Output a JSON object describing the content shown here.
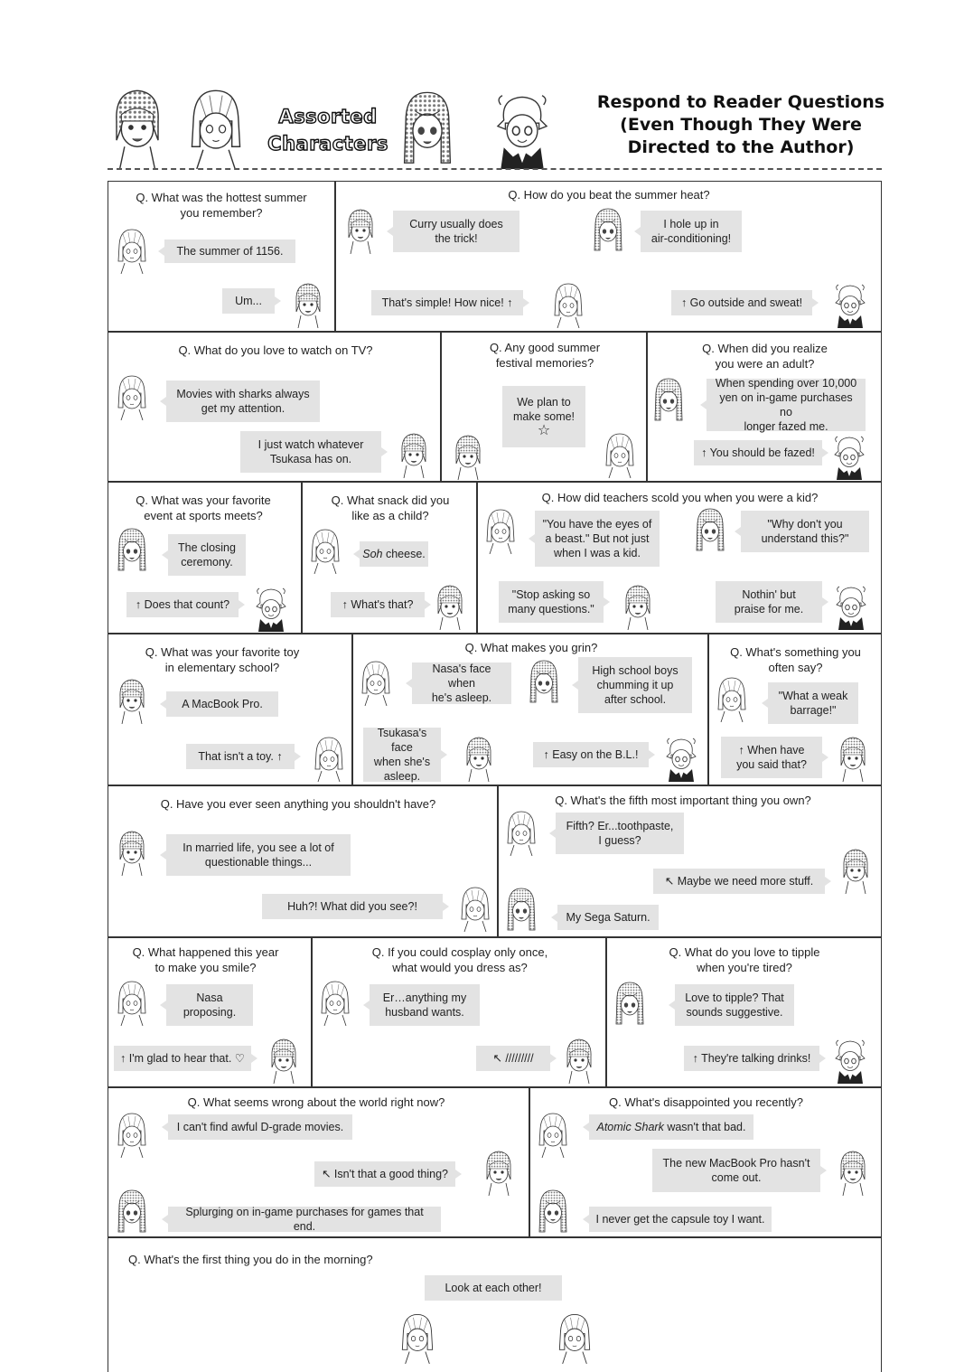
{
  "header": {
    "left_title_line1": "Assorted",
    "left_title_line2": "Characters",
    "right_title_line1": "Respond to Reader Questions",
    "right_title_line2": "(Even Though They Were",
    "right_title_line3": "Directed to the Author)"
  },
  "panels": [
    {
      "q1": "Q. What was the hottest summer",
      "q2": "you remember?",
      "b1": "The summer of 1156.",
      "b2": "Um..."
    },
    {
      "q1": "Q. How do you beat the summer heat?",
      "b1a": "Curry usually does",
      "b1b": "the trick!",
      "b2a": "I hole up in",
      "b2b": "air-conditioning!",
      "b3": "That's simple! How nice! ↑",
      "b4": "↑ Go outside and sweat!"
    },
    {
      "q1": "Q. What do you love to watch on TV?",
      "b1a": "Movies with sharks always",
      "b1b": "get my attention.",
      "b2a": "I just watch whatever",
      "b2b": "Tsukasa has on."
    },
    {
      "q1": "Q. Any good summer",
      "q2": "festival memories?",
      "b1a": "We plan to",
      "b1b": "make some!",
      "b1c": "☆"
    },
    {
      "q1": "Q. When did you realize",
      "q2": "you were an adult?",
      "b1a": "When spending over 10,000",
      "b1b": "yen on in-game purchases no",
      "b1c": "longer fazed me.",
      "b2": "↑ You should be fazed!"
    },
    {
      "q1": "Q. What was your favorite",
      "q2": "event at sports meets?",
      "b1a": "The closing",
      "b1b": "ceremony.",
      "b2": "↑ Does that count?"
    },
    {
      "q1": "Q. What snack did you",
      "q2": "like as a child?",
      "b1a": "Soh",
      "b1b": " cheese.",
      "b2": "↑ What's that?"
    },
    {
      "q1": "Q. How did teachers scold you when you were a kid?",
      "b1a": "\"You have the eyes of",
      "b1b": "a beast.\" But not just",
      "b1c": "when I was a kid.",
      "b2a": "\"Why don't you",
      "b2b": "understand this?\"",
      "b3a": "\"Stop asking so",
      "b3b": "many questions.\"",
      "b4a": "Nothin' but",
      "b4b": "praise for me."
    },
    {
      "q1": "Q. What was your favorite toy",
      "q2": "in elementary school?",
      "b1": "A MacBook Pro.",
      "b2": "That isn't a toy. ↑"
    },
    {
      "q1": "Q. What makes you grin?",
      "b1a": "Nasa's face when",
      "b1b": "he's asleep.",
      "b2a": "High school boys",
      "b2b": "chumming it up",
      "b2c": "after school.",
      "b3a": "Tsukasa's face",
      "b3b": "when she's",
      "b3c": "asleep.",
      "b4": "↑  Easy on the B.L.!"
    },
    {
      "q1": "Q. What's something you",
      "q2": "often say?",
      "b1a": "\"What a weak",
      "b1b": "barrage!\"",
      "b2a": "↑ When have",
      "b2b": "you said that?"
    },
    {
      "q1": "Q.  Have you ever seen anything you shouldn't have?",
      "b1a": "In married life, you see a lot of",
      "b1b": "questionable things...",
      "b2": "Huh?! What did you see?!"
    },
    {
      "q1": "Q. What's the fifth most important thing you own?",
      "b1a": "Fifth? Er...toothpaste,",
      "b1b": "I guess?",
      "b2": "↖ Maybe we need more stuff.",
      "b3": "My Sega Saturn."
    },
    {
      "q1": "Q. What happened this year",
      "q2": "to make you smile?",
      "b1a": "Nasa",
      "b1b": "proposing.",
      "b2": "↑ I'm glad to hear that. ♡"
    },
    {
      "q1": "Q.  If you could cosplay only once,",
      "q2": "what would you dress as?",
      "b1a": "Er…anything my",
      "b1b": "husband wants.",
      "b2": "↖ /////////"
    },
    {
      "q1": "Q. What do you love to tipple",
      "q2": "when you're tired?",
      "b1a": "Love to tipple? That",
      "b1b": "sounds suggestive.",
      "b2": "↑ They're talking drinks!"
    },
    {
      "q1": "Q. What seems wrong about the world right now?",
      "b1": "I can't find awful D-grade movies.",
      "b2": "↖ Isn't that a good thing?",
      "b3": "Splurging on in-game purchases for games that end."
    },
    {
      "q1": "Q. What's disappointed you recently?",
      "b1a": "Atomic Shark",
      "b1b": " wasn't that bad.",
      "b2a": "The new MacBook Pro hasn't",
      "b2b": "come out.",
      "b3": "I never get the capsule toy I want."
    },
    {
      "q1": "Q. What's the first thing you do in the morning?",
      "b1": "Look at each other!"
    }
  ]
}
